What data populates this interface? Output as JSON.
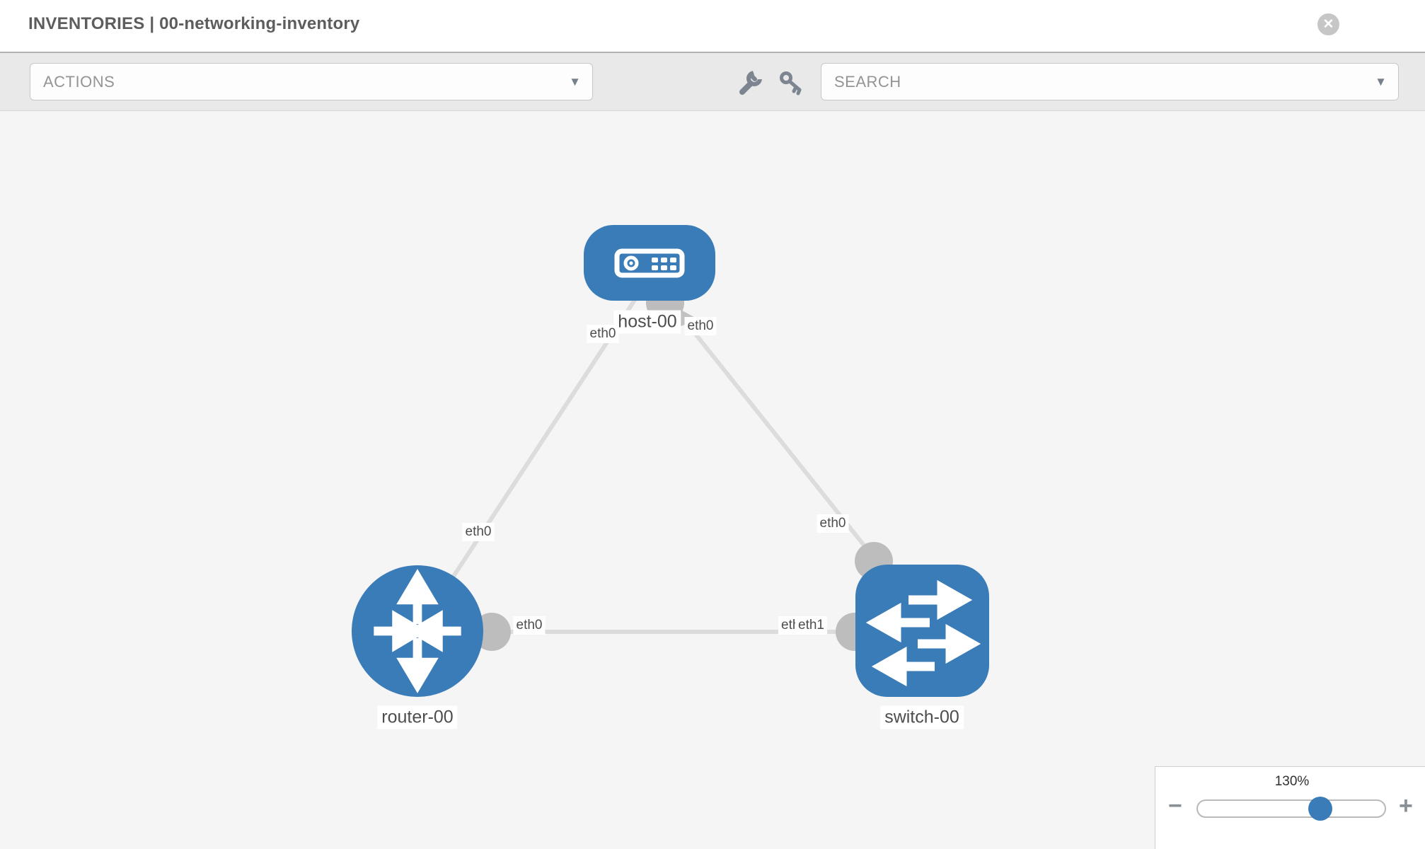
{
  "header": {
    "title": "INVENTORIES | 00-networking-inventory",
    "close_label": "✕"
  },
  "toolbar": {
    "actions_label": "ACTIONS",
    "search_placeholder": "SEARCH",
    "caret": "▼",
    "icons": [
      "wrench-icon",
      "key-icon"
    ]
  },
  "topology": {
    "nodes": [
      {
        "id": "host-00",
        "type": "host",
        "label": "host-00"
      },
      {
        "id": "router-00",
        "type": "router",
        "label": "router-00"
      },
      {
        "id": "switch-00",
        "type": "switch",
        "label": "switch-00"
      }
    ],
    "links": [
      {
        "from": "host-00",
        "to": "router-00",
        "from_iface": "eth0",
        "to_iface": "eth0"
      },
      {
        "from": "host-00",
        "to": "switch-00",
        "from_iface": "eth0",
        "to_iface": "eth0"
      },
      {
        "from": "router-00",
        "to": "switch-00",
        "from_iface": "eth0",
        "to_iface": "eth1",
        "overlapped_iface": "eth0"
      }
    ]
  },
  "zoom_control": {
    "percent_label": "130%",
    "value": 130,
    "minus_label": "−",
    "plus_label": "+"
  },
  "colors": {
    "node_blue": "#3a7cb8",
    "link_gray": "#dcdcdc",
    "port_gray": "#bdbdbd",
    "canvas_bg": "#f5f5f5",
    "toolbar_bg": "#e9e9e9"
  }
}
